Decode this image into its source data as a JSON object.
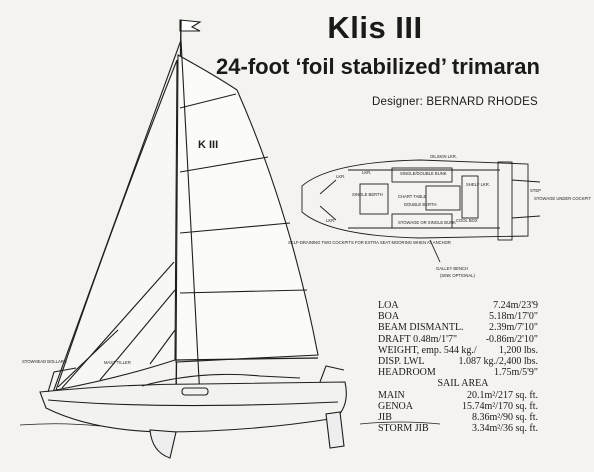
{
  "header": {
    "title": "Klis III",
    "subtitle": "24-foot ‘foil stabilized’ trimaran",
    "designer": "Designer: BERNARD RHODES"
  },
  "drawing": {
    "sail_number": "K III",
    "labels": {
      "stowhead_bollard": "STOWHEAD BOLLARD",
      "mast_tiller": "MAST TILLER",
      "oilskin_lkr": "OILSKIN LKR.",
      "single_double_bunk": "SINGLE/DOUBLE BUNK",
      "step": "STEP",
      "stowage_under_cockpit": "STOWAGE UNDER COCKPIT",
      "shelf_lkr": "SHELF LKR.",
      "lkr_a": "LKR.",
      "lkr_b": "LKR.",
      "lkr_c": "LKR.",
      "single_berth": "SINGLE BERTH",
      "chart_table": "CHART TABLE",
      "double_berth": "DOUBLE BERTH",
      "stowage_or_single_bunk": "STOWAGE OR SINGLE BUNK",
      "cool_box": "COOL BOX",
      "self_draining": "SELF-DRAINING TWO COCKPITS FOR EXTRA SEAT MOORING WHEN AT ANCHOR",
      "galley_bench": "GALLEY BENCH",
      "sink_optional": "(SINK OPTIONAL)"
    }
  },
  "specs": [
    {
      "label": "LOA",
      "value": "7.24m/23'9"
    },
    {
      "label": "BOA",
      "value": "5.18m/17'0\""
    },
    {
      "label": "BEAM DISMANTL.",
      "value": "2.39m/7'10\""
    },
    {
      "label": "DRAFT 0.48m/1'7\"",
      "value": "-0.86m/2'10\""
    },
    {
      "label": "WEIGHT, emp. 544 kg./",
      "value": "1,200 lbs."
    },
    {
      "label": "DISP. LWL",
      "value": "1.087 kg./2,400 lbs."
    },
    {
      "label": "HEADROOM",
      "value": "1.75m/5'9\""
    }
  ],
  "sail_area": {
    "heading": "SAIL AREA",
    "rows": [
      {
        "label": "MAIN",
        "value": "20.1m²/217 sq. ft."
      },
      {
        "label": "GENOA",
        "value": "15.74m²/170 sq. ft."
      },
      {
        "label": "JIB",
        "value": "8.36m²/90 sq. ft."
      },
      {
        "label": "STORM JIB",
        "value": "3.34m²/36 sq. ft."
      }
    ]
  }
}
